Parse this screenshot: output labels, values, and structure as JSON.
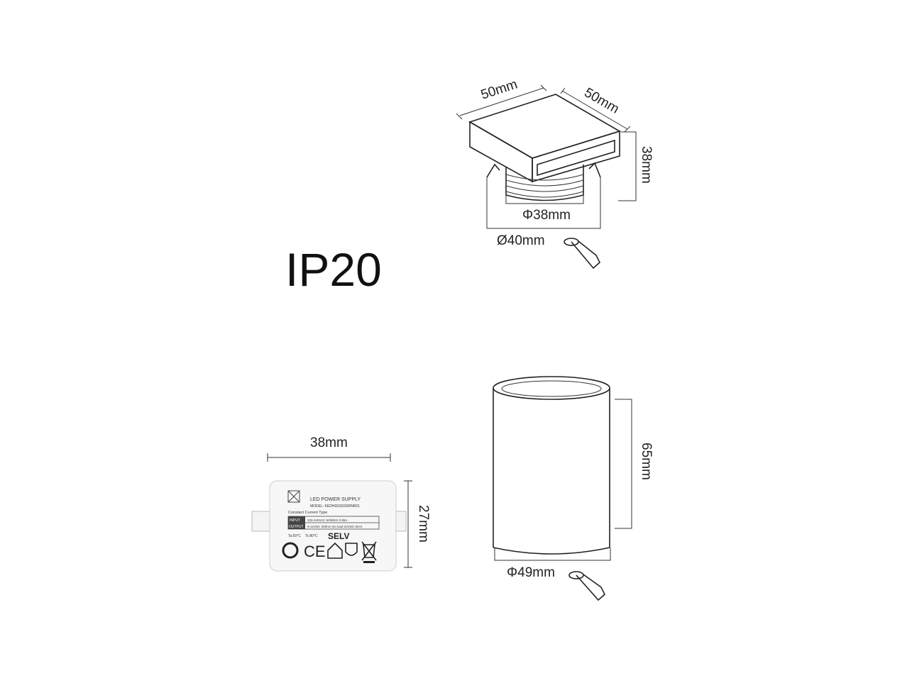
{
  "rating": "IP20",
  "square_fixture": {
    "width_label": "50mm",
    "depth_label": "50mm",
    "height_label": "38mm",
    "thread_diameter_label": "Φ38mm",
    "cutout_diameter_label": "Ø40mm"
  },
  "round_fixture": {
    "height_label": "65mm",
    "diameter_label": "Φ49mm"
  },
  "power_supply": {
    "width_label": "38mm",
    "height_label": "27mm",
    "title": "LED POWER SUPPLY",
    "model": "MODEL: KEDH003S0300NR01",
    "type": "Constant Current Type",
    "input_label": "INPUT",
    "input_value": "220-240VAC 50/60Hz 0.06A",
    "output_label": "OUTPUT",
    "output_value": "9-12VDC 300mA No load 22VDC MAX.",
    "ta": "Ta:50°C",
    "tc": "Tc:80°C",
    "selv": "SELV",
    "ce": "CE"
  }
}
